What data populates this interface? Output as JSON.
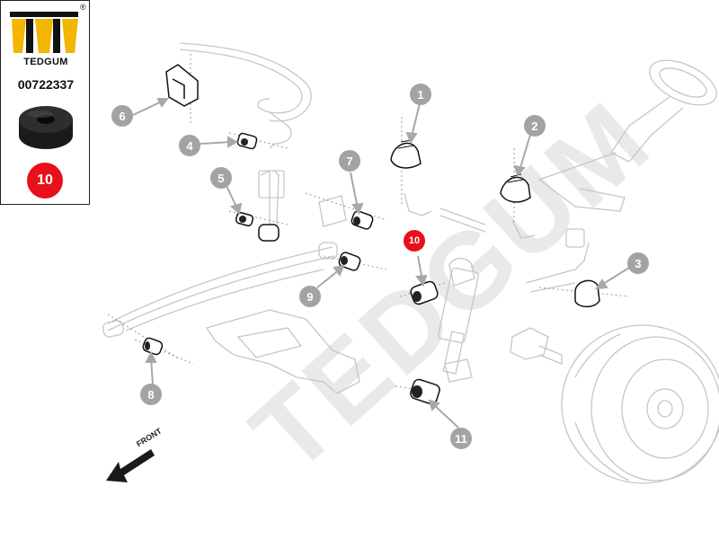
{
  "brand": {
    "name": "TEDGUM",
    "registered_mark": "®",
    "part_number": "00722337",
    "highlight_label": "10",
    "highlight_color": "#e8101a"
  },
  "watermark_text": "TEDGUM",
  "front_label": "FRONT",
  "callout_color": "#a3a3a3",
  "callouts": [
    "1",
    "2",
    "3",
    "4",
    "5",
    "6",
    "7",
    "8",
    "9",
    "10",
    "11"
  ],
  "icons": {
    "logo": "tedgum-logo-icon",
    "bushing": "rubber-bushing-icon",
    "arrow": "front-arrow-icon"
  }
}
